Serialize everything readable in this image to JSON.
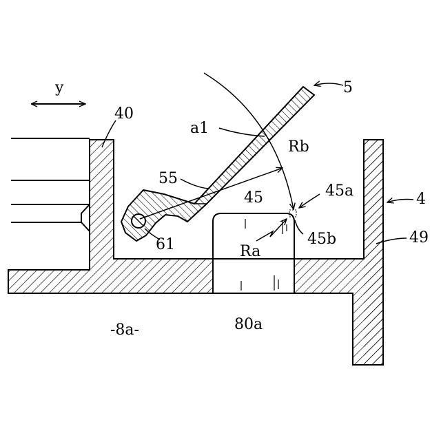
{
  "labels": {
    "y_axis": "y",
    "part_40": "40",
    "arm_5": "5",
    "angle_a1": "a1",
    "radius_rb": "Rb",
    "part_55": "55",
    "part_45": "45",
    "part_45a": "45a",
    "part_4": "4",
    "pivot_61": "61",
    "radius_ra": "Ra",
    "part_45b": "45b",
    "part_49": "49",
    "part_8a": "-8a-",
    "part_80a": "80a"
  },
  "colors": {
    "line": "#000000",
    "background": "#ffffff"
  }
}
